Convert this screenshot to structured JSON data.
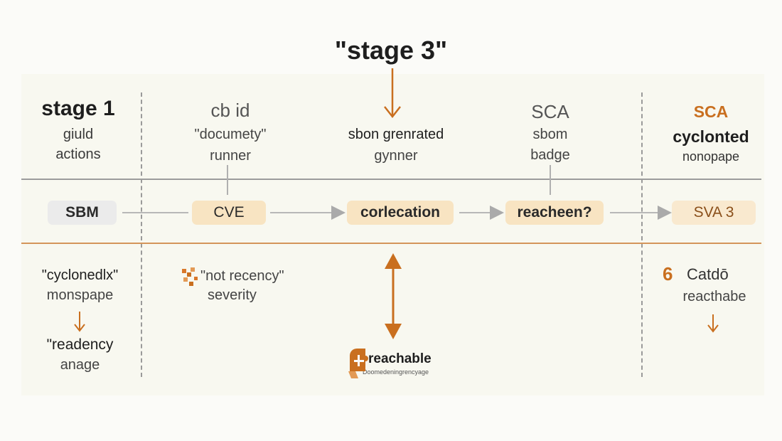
{
  "title": "\"stage 3\"",
  "columns": {
    "stage1": {
      "heading": "stage 1",
      "line1": "giuld",
      "line2": "actions"
    },
    "cbid": {
      "heading": "cb id",
      "line1": "\"documety\"",
      "line2": "runner"
    },
    "sbom": {
      "line1": "sbon grenrated",
      "line2": "gynner"
    },
    "sca": {
      "heading": "SCA",
      "line1": "sbom",
      "line2": "badge"
    },
    "sca2": {
      "heading": "SCA",
      "line1": "cyclonted",
      "line2": "nonopape"
    }
  },
  "pipeline": [
    "SBM",
    "CVE",
    "corlecation",
    "reacheen?",
    "SVA  3"
  ],
  "bottom": {
    "left": {
      "line1": "\"cyclonedlx\"",
      "line2": "monspape",
      "line3": "\"readency",
      "line4": "anage"
    },
    "cve": {
      "line1": "\"not recency\"",
      "line2": "severity"
    },
    "center": {
      "label": "reachable",
      "sub": "Doomedeningrencyage"
    },
    "right": {
      "number": "6",
      "line1": "Catdō",
      "line2": "reacthabe"
    }
  },
  "colors": {
    "accent": "#c96f1f",
    "cream": "#f8e4c2",
    "gray_node": "#ebebeb"
  }
}
